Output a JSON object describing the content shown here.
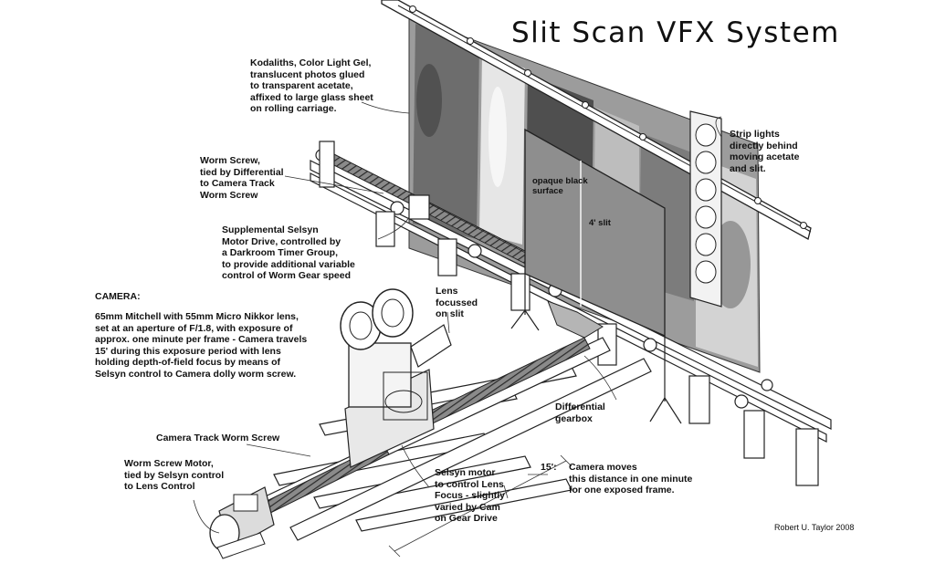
{
  "title": "Slit Scan VFX System",
  "credit": "Robert U. Taylor 2008",
  "labels": {
    "kodaliths": "Kodaliths, Color Light Gel,\ntranslucent photos glued\nto transparent acetate,\naffixed to large glass sheet\non rolling carriage.",
    "worm_screw": "Worm Screw,\ntied by Differential\nto Camera Track\nWorm Screw",
    "supplemental": "Supplemental Selsyn\nMotor Drive, controlled by\na Darkroom Timer Group,\nto provide additional variable\ncontrol of Worm Gear speed",
    "camera_heading": "CAMERA:",
    "camera_body": "65mm Mitchell with 55mm Micro Nikkor lens,\nset at an aperture of F/1.8, with exposure of\napprox. one minute per frame -  Camera travels\n15' during this exposure period with lens\nholding depth-of-field focus by means of\nSelsyn control to Camera dolly worm screw.",
    "lens_focussed": "Lens\nfocussed\non slit",
    "opaque": "opaque black\nsurface",
    "slit": "4' slit",
    "strip_lights": "Strip lights\ndirectly behind\nmoving acetate\nand slit.",
    "differential": "Differential\ngearbox",
    "camera_track": "Camera Track Worm Screw",
    "worm_motor": "Worm Screw Motor,\ntied by Selsyn control\nto Lens Control",
    "selsyn_motor": "Selsyn motor\nto control Lens\nFocus - slightly\nvaried by Cam\non Gear Drive",
    "fifteen_num": "15':",
    "fifteen_text": "Camera moves\nthis distance in one minute\nfor one exposed frame."
  }
}
